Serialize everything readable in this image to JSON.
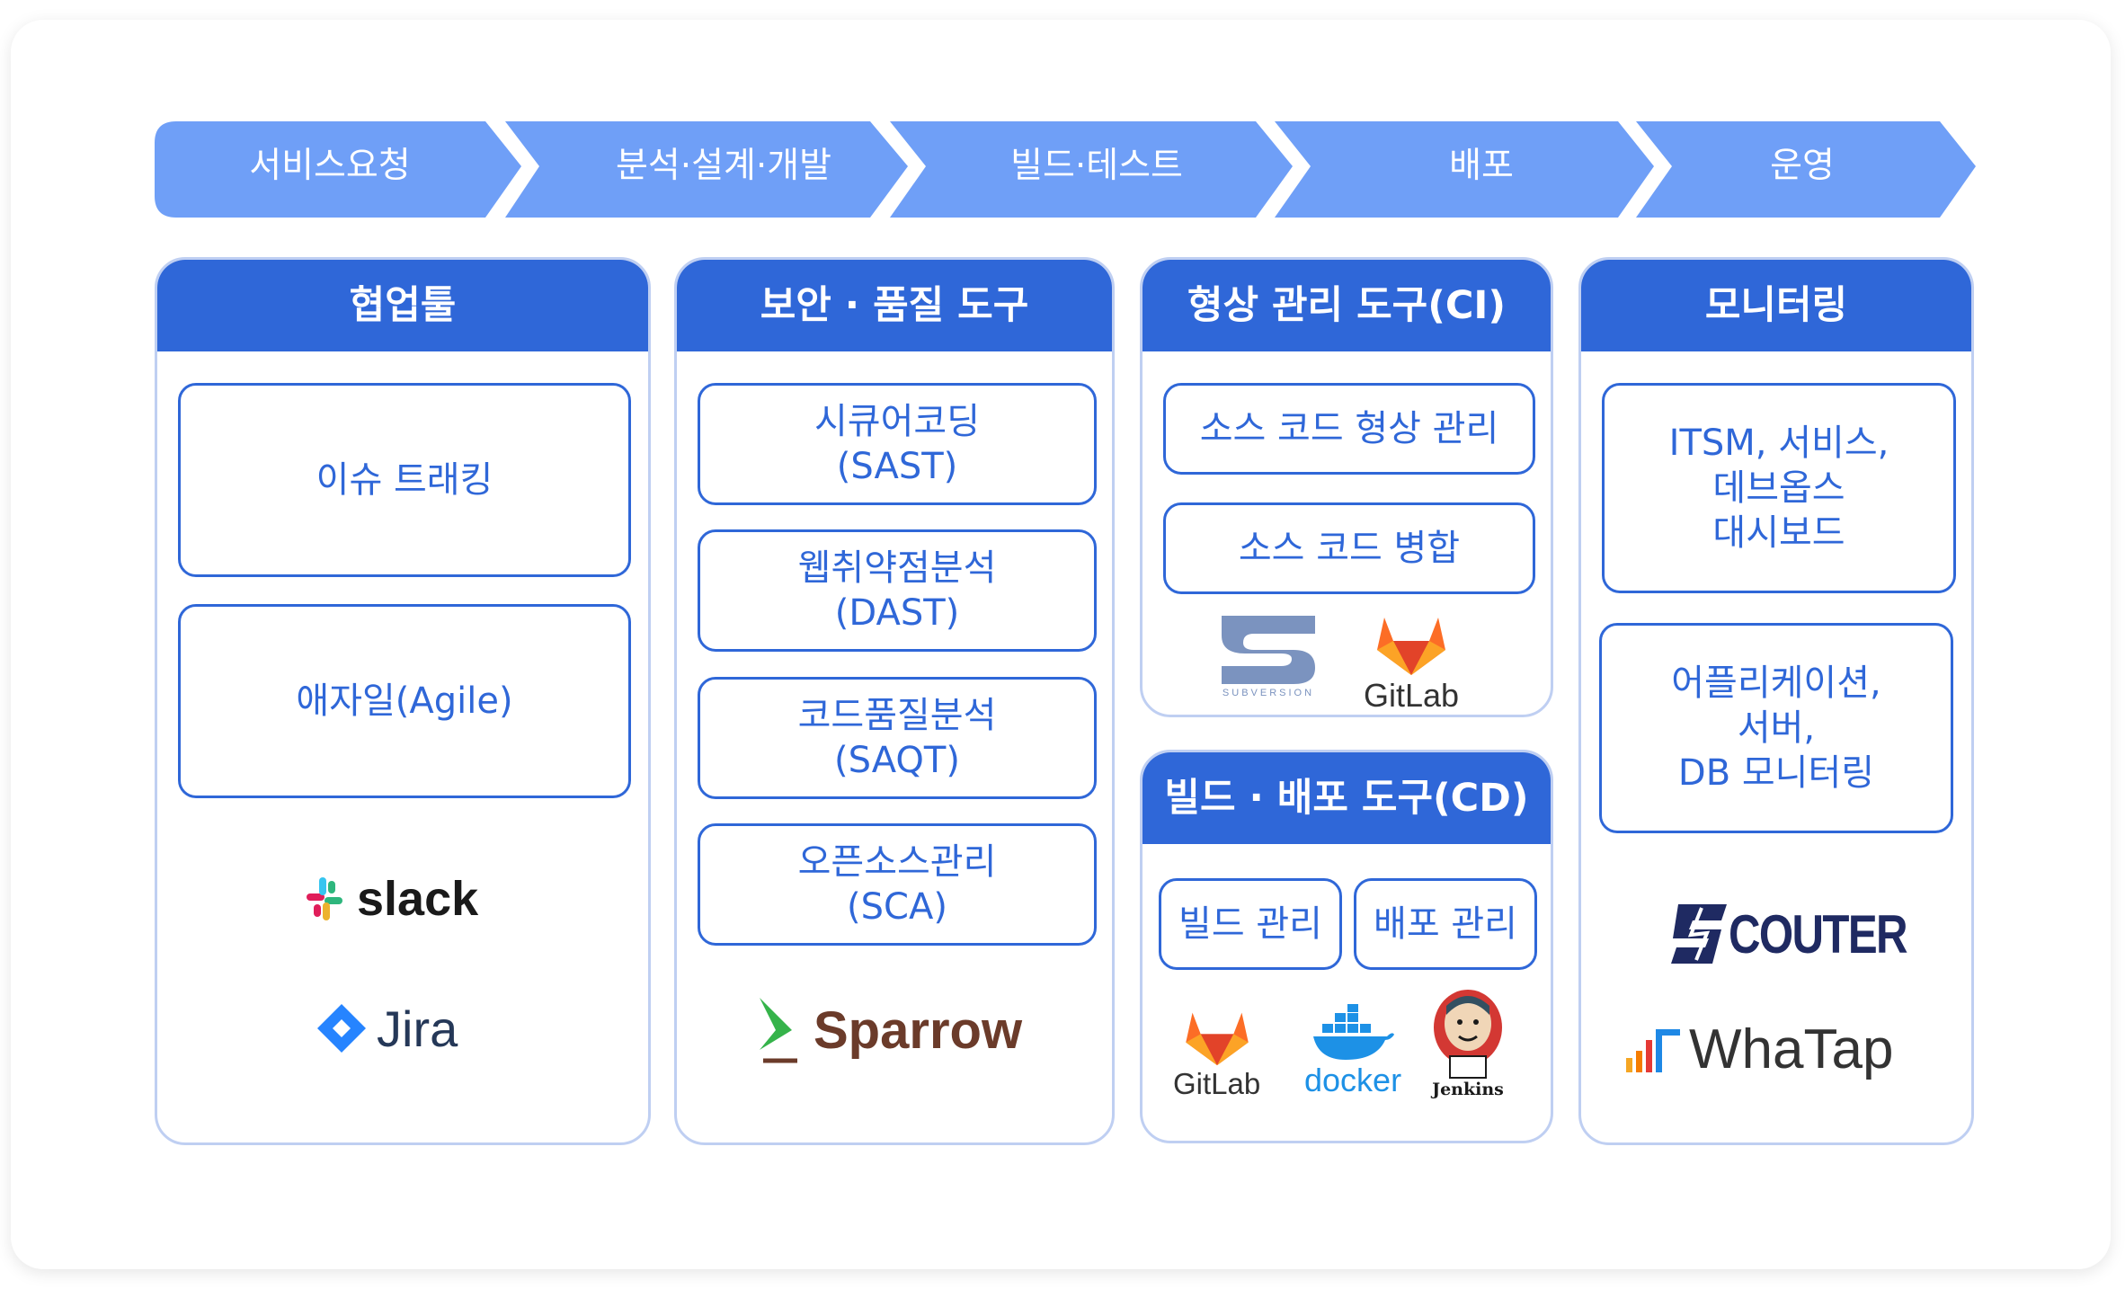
{
  "colors": {
    "flow_arrow": "#6f9ff7",
    "header": "#2f67d8",
    "card_border": "#bfcff2",
    "item_text": "#2f67d8"
  },
  "flow": [
    "서비스요청",
    "분석·설계·개발",
    "빌드·테스트",
    "배포",
    "운영"
  ],
  "columns": {
    "collab": {
      "title": "협업툴",
      "items": [
        "이슈 트래킹",
        "애자일(Agile)"
      ],
      "logos": {
        "slack": "slack",
        "jira": "Jira"
      }
    },
    "security": {
      "title": "보안 · 품질 도구",
      "items": [
        "시큐어코딩\n(SAST)",
        "웹취약점분석\n(DAST)",
        "코드품질분석\n(SAQT)",
        "오픈소스관리\n(SCA)"
      ],
      "logos": {
        "sparrow": "Sparrow"
      }
    },
    "ci": {
      "title": "형상 관리 도구(CI)",
      "items": [
        "소스 코드 형상 관리",
        "소스 코드 병합"
      ],
      "logos": {
        "subversion": "SUBVERSION",
        "gitlab": "GitLab"
      }
    },
    "cd": {
      "title": "빌드 · 배포 도구(CD)",
      "items": [
        "빌드 관리",
        "배포 관리"
      ],
      "logos": {
        "gitlab": "GitLab",
        "docker": "docker",
        "jenkins": "Jenkins"
      }
    },
    "monitoring": {
      "title": "모니터링",
      "items": [
        "ITSM, 서비스,\n데브옵스\n대시보드",
        "어플리케이션,\n서버,\nDB 모니터링"
      ],
      "logos": {
        "scouter": "COUTER",
        "whatap": "WhaTap"
      }
    }
  }
}
